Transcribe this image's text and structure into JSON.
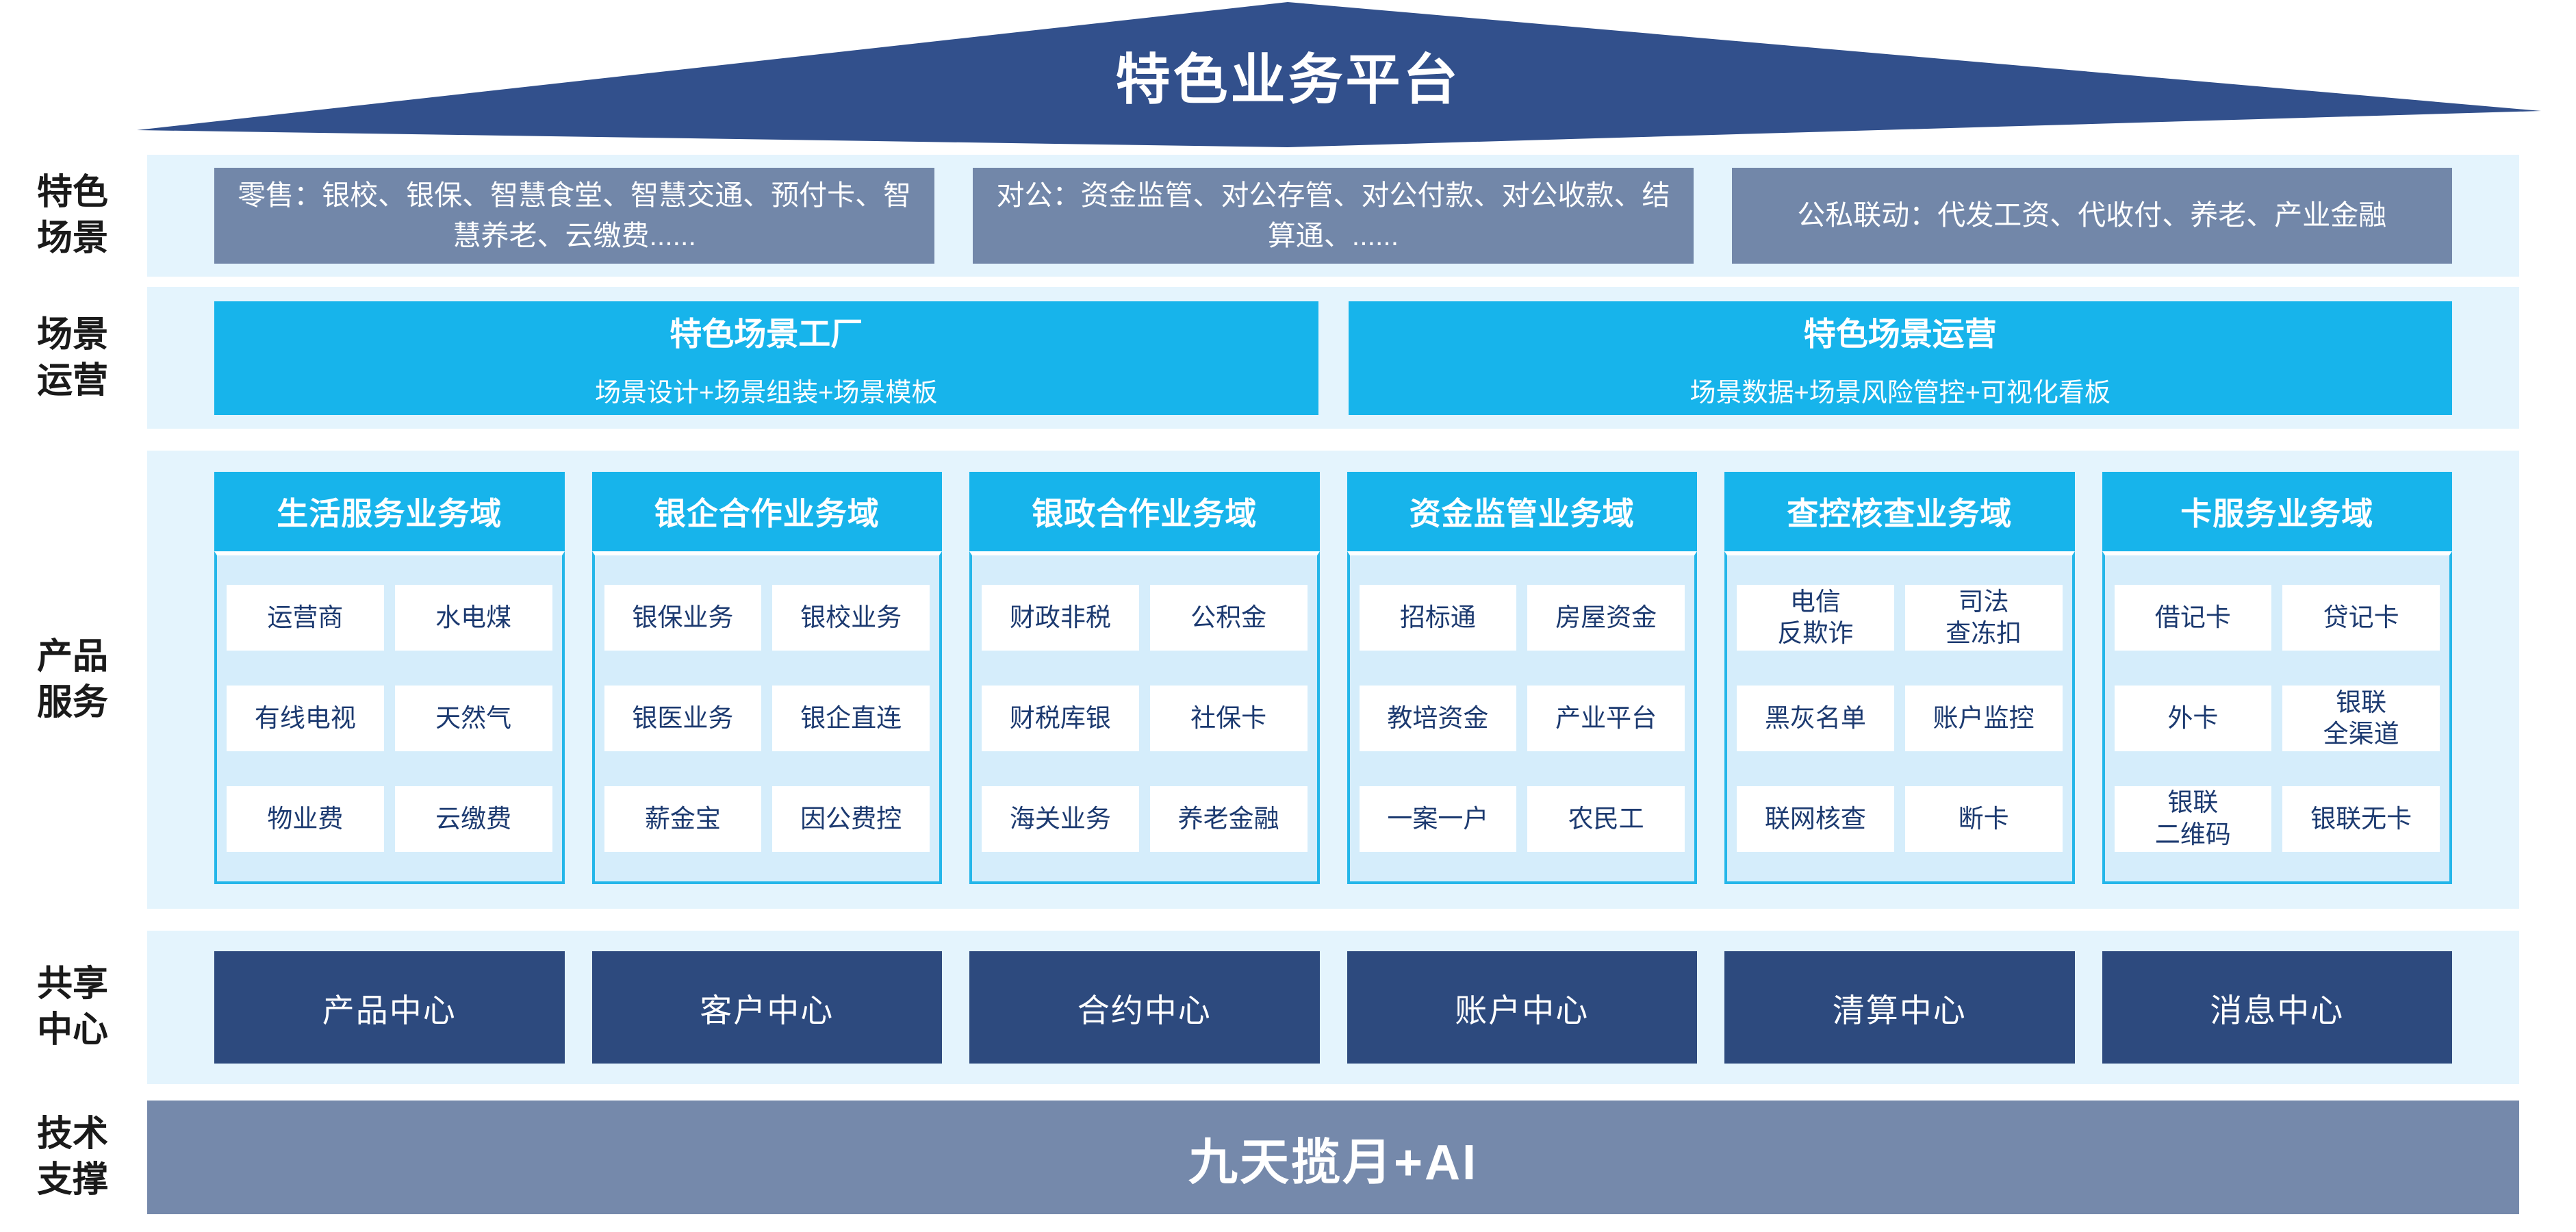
{
  "title": "特色业务平台",
  "side_labels": {
    "scene": [
      "特色",
      "场景"
    ],
    "operation": [
      "场景",
      "运营"
    ],
    "product": [
      "产品",
      "服务"
    ],
    "share": [
      "共享",
      "中心"
    ],
    "tech": [
      "技术",
      "支撑"
    ]
  },
  "scene_row": {
    "boxes": [
      "零售：银校、银保、智慧食堂、智慧交通、预付卡、智慧养老、云缴费......",
      "对公：资金监管、对公存管、对公付款、对公收款、结算通、......",
      "公私联动：代发工资、代收付、养老、产业金融"
    ]
  },
  "operation_row": {
    "boxes": [
      {
        "title": "特色场景工厂",
        "subtitle": "场景设计+场景组装+场景模板"
      },
      {
        "title": "特色场景运营",
        "subtitle": "场景数据+场景风险管控+可视化看板"
      }
    ]
  },
  "product_row": {
    "domains": [
      {
        "header": "生活服务业务域",
        "cells": [
          "运营商",
          "水电煤",
          "有线电视",
          "天然气",
          "物业费",
          "云缴费"
        ]
      },
      {
        "header": "银企合作业务域",
        "cells": [
          "银保业务",
          "银校业务",
          "银医业务",
          "银企直连",
          "薪金宝",
          "因公费控"
        ]
      },
      {
        "header": "银政合作业务域",
        "cells": [
          "财政非税",
          "公积金",
          "财税库银",
          "社保卡",
          "海关业务",
          "养老金融"
        ]
      },
      {
        "header": "资金监管业务域",
        "cells": [
          "招标通",
          "房屋资金",
          "教培资金",
          "产业平台",
          "一案一户",
          "农民工"
        ]
      },
      {
        "header": "查控核查业务域",
        "cells": [
          "电信\n反欺诈",
          "司法\n查冻扣",
          "黑灰名单",
          "账户监控",
          "联网核查",
          "断卡"
        ]
      },
      {
        "header": "卡服务业务域",
        "cells": [
          "借记卡",
          "贷记卡",
          "外卡",
          "银联\n全渠道",
          "银联\n二维码",
          "银联无卡"
        ]
      }
    ]
  },
  "share_row": {
    "centers": [
      "产品中心",
      "客户中心",
      "合约中心",
      "账户中心",
      "清算中心",
      "消息中心"
    ]
  },
  "tech_row": {
    "label": "九天揽月+AI"
  },
  "colors": {
    "roof_navy": "#32508C",
    "center_navy": "#2D4A7E",
    "scene_gray": "#7287A9",
    "tech_gray": "#7589AB",
    "cyan": "#17B4EB",
    "band_blue": "#E4F4FD",
    "panel_blue": "#D5EDFB",
    "cell_text_navy": "#1C3A70"
  }
}
